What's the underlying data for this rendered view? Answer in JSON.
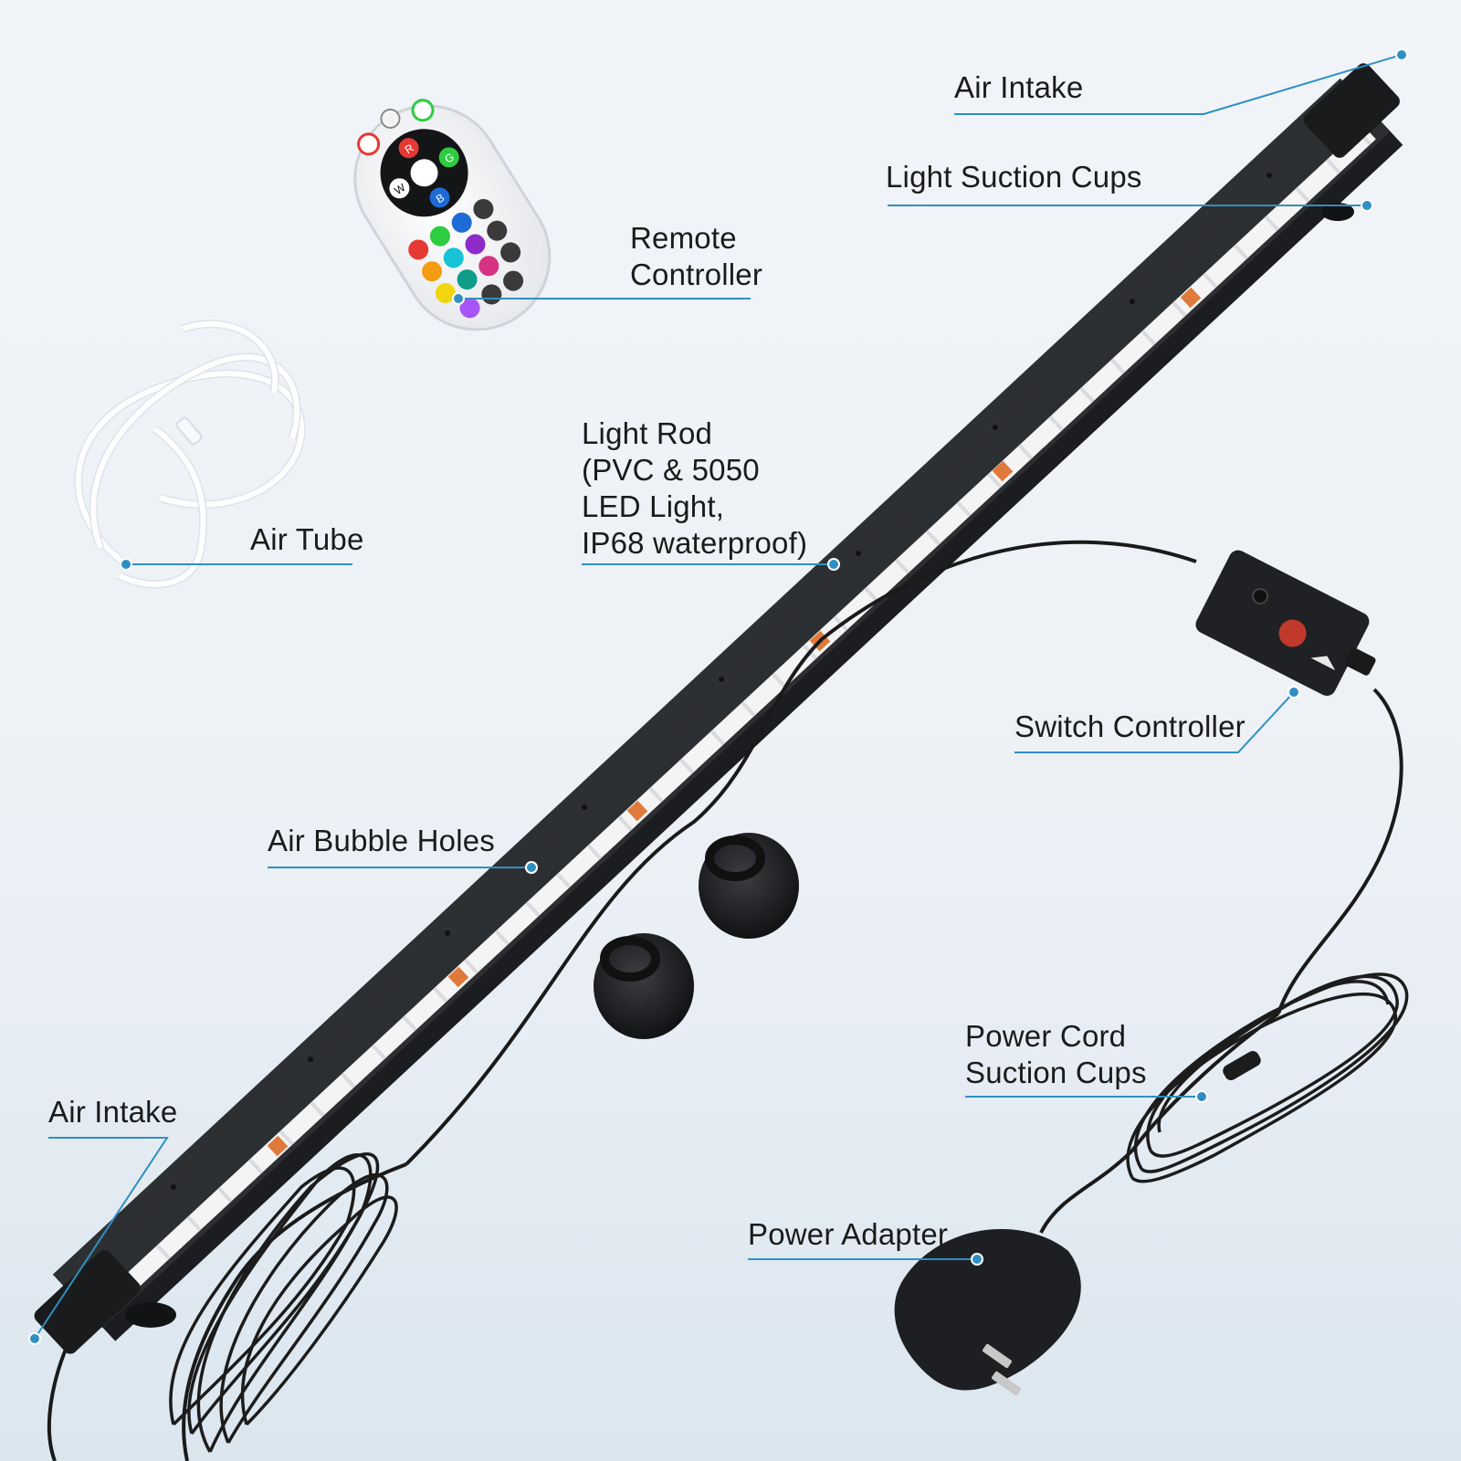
{
  "callouts": {
    "air_intake_top": "Air Intake",
    "light_suction_cups": "Light Suction Cups",
    "remote_controller": "Remote\nController",
    "air_tube": "Air Tube",
    "light_rod": "Light Rod\n(PVC & 5050\nLED Light,\nIP68 waterproof)",
    "switch_controller": "Switch Controller",
    "air_bubble_holes": "Air Bubble Holes",
    "air_intake_bottom": "Air Intake",
    "power_cord_suction_cups": "Power Cord\nSuction Cups",
    "power_adapter": "Power Adapter"
  },
  "remote": {
    "buttons": [
      "R",
      "G",
      "W",
      "B"
    ],
    "colors": {
      "red": "#e53935",
      "green": "#2ecc40",
      "blue": "#1e6bd6",
      "orange": "#f39c12",
      "yellow": "#f1d60f",
      "cyan": "#17c3d6",
      "purple": "#8e2bc9",
      "magenta": "#d63384"
    }
  },
  "colors": {
    "leader_line": "#2f8fc2",
    "rod_body": "#2b2d30",
    "led_strip": "#f4f4f4",
    "led_chip": "#e07a3c",
    "cable": "#1a1a1a"
  },
  "icons": [
    "power-icon",
    "brightness-icon",
    "rod-logo-icon"
  ]
}
